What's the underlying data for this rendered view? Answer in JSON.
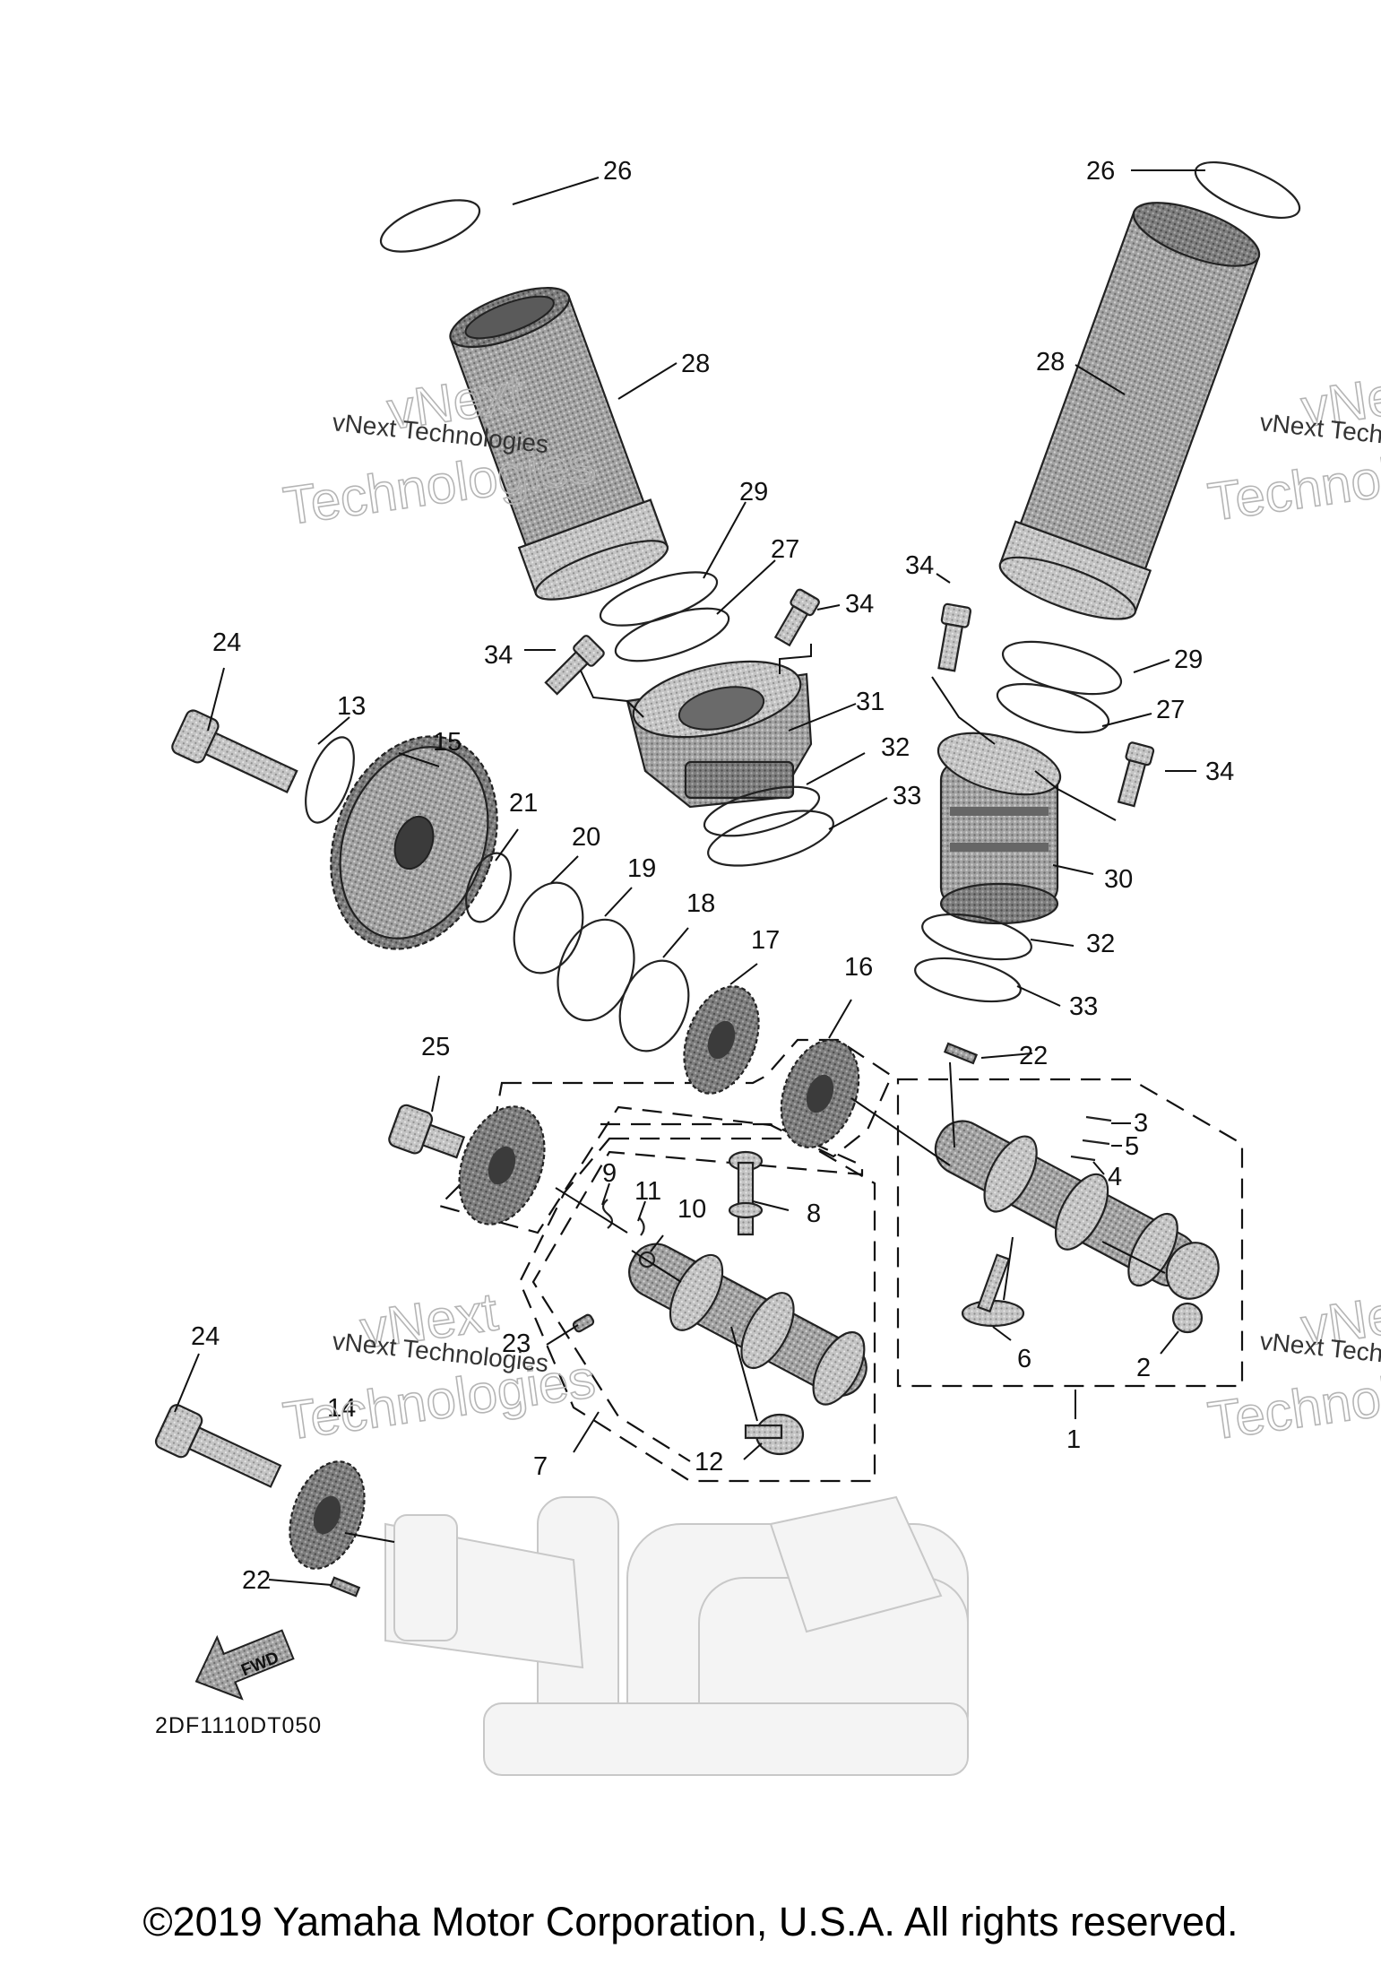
{
  "diagram": {
    "diagram_code": "2DF1110DT050",
    "direction_label": "FWD",
    "watermark": {
      "small_text": "vNext Technologies",
      "large_line_1": "vNext",
      "large_line_2": "Technologies"
    },
    "callouts": [
      {
        "id": "c26a",
        "label": "26"
      },
      {
        "id": "c26b",
        "label": "26"
      },
      {
        "id": "c28a",
        "label": "28"
      },
      {
        "id": "c28b",
        "label": "28"
      },
      {
        "id": "c29a",
        "label": "29"
      },
      {
        "id": "c29b",
        "label": "29"
      },
      {
        "id": "c27a",
        "label": "27"
      },
      {
        "id": "c27b",
        "label": "27"
      },
      {
        "id": "c34a",
        "label": "34"
      },
      {
        "id": "c34b",
        "label": "34"
      },
      {
        "id": "c34c",
        "label": "34"
      },
      {
        "id": "c34d",
        "label": "34"
      },
      {
        "id": "c31",
        "label": "31"
      },
      {
        "id": "c32a",
        "label": "32"
      },
      {
        "id": "c32b",
        "label": "32"
      },
      {
        "id": "c33a",
        "label": "33"
      },
      {
        "id": "c33b",
        "label": "33"
      },
      {
        "id": "c30",
        "label": "30"
      },
      {
        "id": "c24a",
        "label": "24"
      },
      {
        "id": "c24b",
        "label": "24"
      },
      {
        "id": "c13",
        "label": "13"
      },
      {
        "id": "c15",
        "label": "15"
      },
      {
        "id": "c21",
        "label": "21"
      },
      {
        "id": "c20",
        "label": "20"
      },
      {
        "id": "c19",
        "label": "19"
      },
      {
        "id": "c18",
        "label": "18"
      },
      {
        "id": "c17",
        "label": "17"
      },
      {
        "id": "c16",
        "label": "16"
      },
      {
        "id": "c22a",
        "label": "22"
      },
      {
        "id": "c22b",
        "label": "22"
      },
      {
        "id": "c25",
        "label": "25"
      },
      {
        "id": "c3",
        "label": "3"
      },
      {
        "id": "c5",
        "label": "5"
      },
      {
        "id": "c4",
        "label": "4"
      },
      {
        "id": "c9",
        "label": "9"
      },
      {
        "id": "c11",
        "label": "11"
      },
      {
        "id": "c10",
        "label": "10"
      },
      {
        "id": "c8",
        "label": "8"
      },
      {
        "id": "c23",
        "label": "23"
      },
      {
        "id": "c6",
        "label": "6"
      },
      {
        "id": "c2",
        "label": "2"
      },
      {
        "id": "c1",
        "label": "1"
      },
      {
        "id": "c14",
        "label": "14"
      },
      {
        "id": "c7",
        "label": "7"
      },
      {
        "id": "c12",
        "label": "12"
      }
    ]
  },
  "footer": {
    "copyright": "©2019 Yamaha Motor Corporation, U.S.A. All rights reserved."
  }
}
